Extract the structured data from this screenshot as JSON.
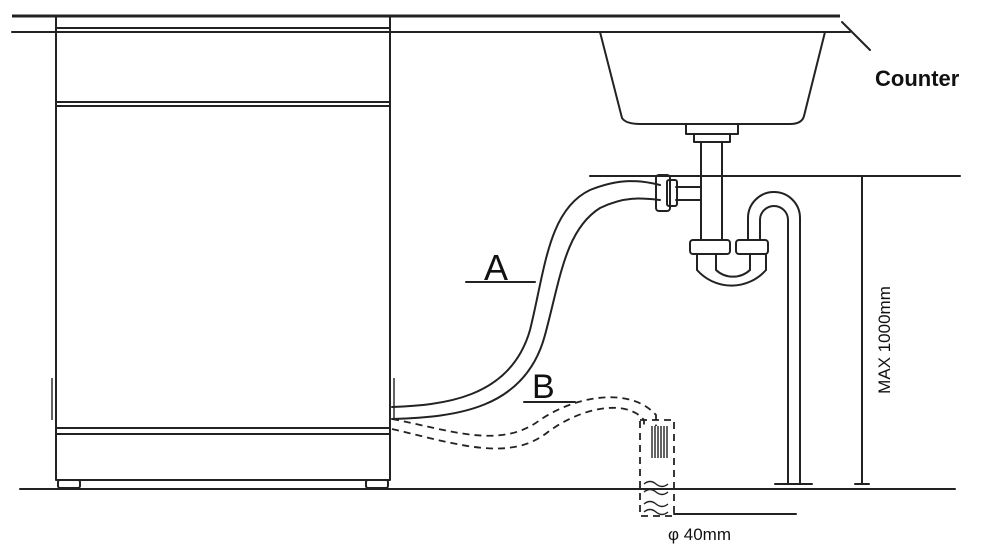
{
  "labels": {
    "counter": "Counter",
    "hose_a": "A",
    "hose_b": "B",
    "max_height": "MAX 1000mm",
    "diameter": "φ 40mm"
  }
}
